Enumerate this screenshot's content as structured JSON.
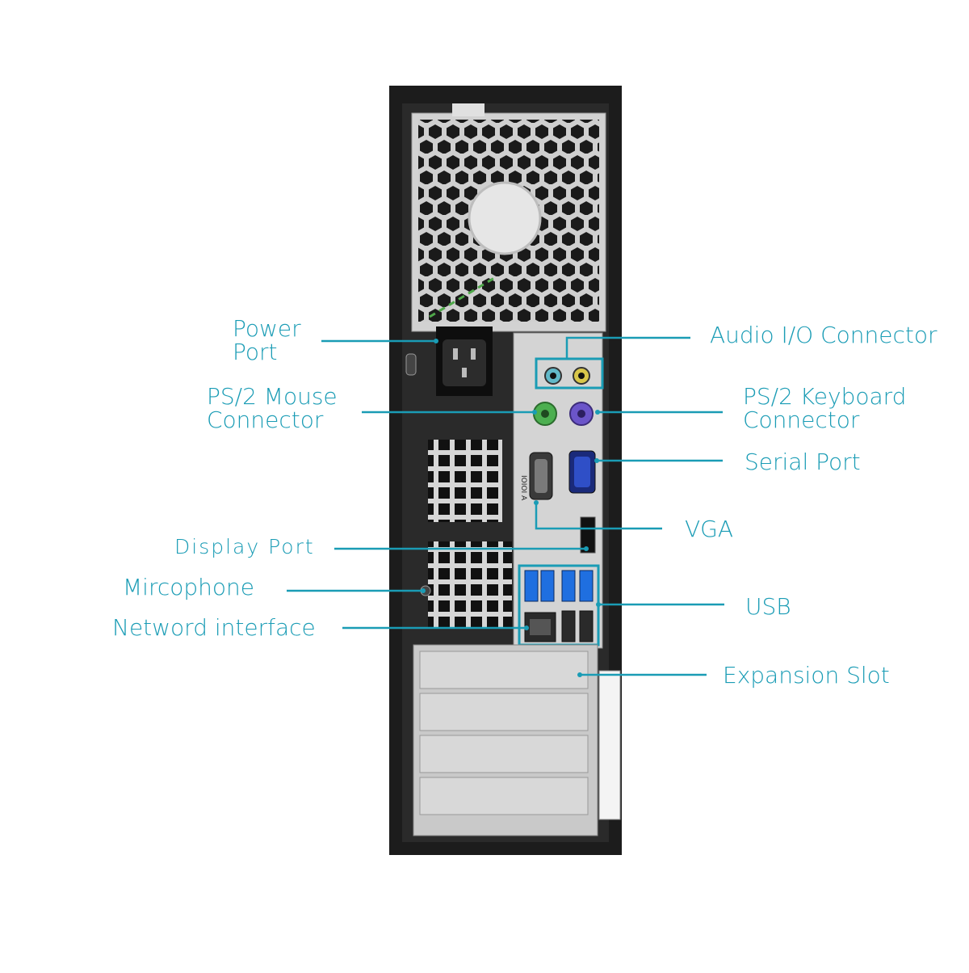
{
  "diagram": {
    "callouts": {
      "power_port": {
        "line1": "Power",
        "line2": "Port"
      },
      "ps2_mouse": {
        "line1": "PS/2 Mouse",
        "line2": "Connector"
      },
      "display_port": "Display Port",
      "microphone": "Mircophone",
      "network_interface": "Netword interface",
      "audio_io": "Audio I/O Connector",
      "ps2_keyboard": {
        "line1": "PS/2 Keyboard",
        "line2": "Connector"
      },
      "serial_port": "Serial Port",
      "vga": "VGA",
      "usb": "USB",
      "expansion_slot": "Expansion Slot"
    },
    "port_marking": "IOIOI A",
    "colors": {
      "label": "#1a9cb5",
      "chassis": "#1c1c1c",
      "panel": "#d4d4d4",
      "mouse_port": "#4caf50",
      "keyboard_port": "#6b55c9",
      "vga_port": "#2f4fc7",
      "usb_port": "#1f6fe0",
      "audio_line": "#62b9c9",
      "audio_mic": "#d8c64a"
    }
  }
}
